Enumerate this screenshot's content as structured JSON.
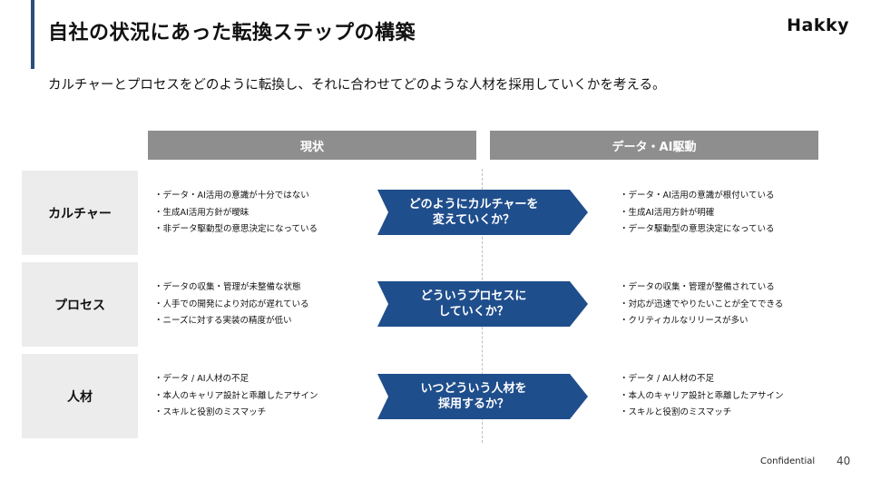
{
  "header": {
    "title": "自社の状況にあった転換ステップの構築",
    "logo": "Hakky",
    "subtitle": "カルチャーとプロセスをどのように転換し、それに合わせてどのような人材を採用していくかを考える。"
  },
  "columns": {
    "current": "現状",
    "future": "データ・AI駆動"
  },
  "rows": [
    {
      "label": "カルチャー",
      "current": [
        "・データ・AI活用の意識が十分ではない",
        "・生成AI活用方針が曖昧",
        "・非データ駆動型の意思決定になっている"
      ],
      "arrow": [
        "どのようにカルチャーを",
        "変えていくか？"
      ],
      "future": [
        "・データ・AI活用の意識が根付いている",
        "・生成AI活用方針が明確",
        "・データ駆動型の意思決定になっている"
      ]
    },
    {
      "label": "プロセス",
      "current": [
        "・データの収集・管理が未整備な状態",
        "・人手での開発により対応が遅れている",
        "・ニーズに対する実装の精度が低い"
      ],
      "arrow": [
        "どういうプロセスに",
        "していくか？"
      ],
      "future": [
        "・データの収集・管理が整備されている",
        "・対応が迅速でやりたいことが全てできる",
        "・クリティカルなリリースが多い"
      ]
    },
    {
      "label": "人材",
      "current": [
        "・データ / AI人材の不足",
        "・本人のキャリア設計と乖離したアサイン",
        "・スキルと役割のミスマッチ"
      ],
      "arrow": [
        "いつどういう人材を",
        "採用するか？"
      ],
      "future": [
        "・データ / AI人材の不足",
        "・本人のキャリア設計と乖離したアサイン",
        "・スキルと役割のミスマッチ"
      ]
    }
  ],
  "footer": {
    "confidential": "Confidential",
    "page_number": "40"
  },
  "colors": {
    "accent_bar": "#2f4d7a",
    "arrow_fill": "#1f4e8c",
    "header_gray": "#8e8e8e",
    "label_bg": "#ececec"
  }
}
